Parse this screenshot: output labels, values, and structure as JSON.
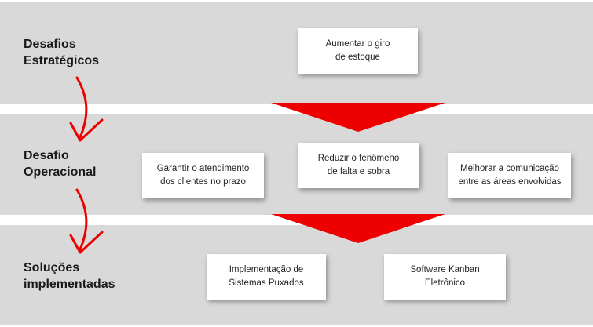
{
  "colors": {
    "band": "#d9d9d9",
    "arrow": "#ee0000",
    "box": "#ffffff",
    "text": "#1a1a1a"
  },
  "rows": [
    {
      "label_line1": "Desafios",
      "label_line2": "Estratégicos",
      "boxes": [
        "Aumentar o giro\nde estoque"
      ]
    },
    {
      "label_line1": "Desafio",
      "label_line2": "Operacional",
      "boxes": [
        "Garantir o atendimento\ndos clientes no prazo",
        "Reduzir o fenômeno\nde falta e sobra",
        "Melhorar a comunicação\nentre as áreas envolvidas"
      ]
    },
    {
      "label_line1": "Soluções",
      "label_line2": "implementadas",
      "boxes": [
        "Implementação de\nSistemas Puxados",
        "Software Kanban\nEletrônico"
      ]
    }
  ]
}
